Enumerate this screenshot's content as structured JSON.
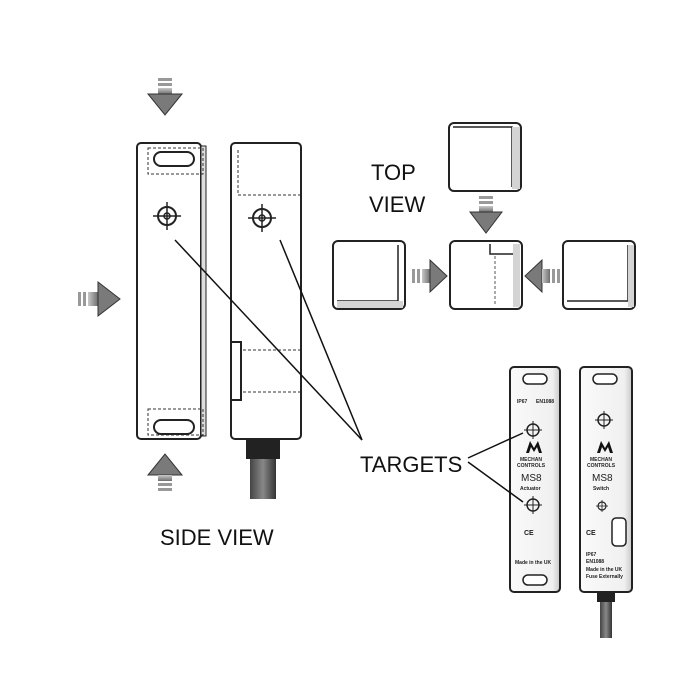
{
  "labels": {
    "top_view_line1": "TOP",
    "top_view_line2": "VIEW",
    "targets": "TARGETS",
    "side_view": "SIDE VIEW"
  },
  "actuator_photo": {
    "ip": "IP67",
    "standard": "EN1088",
    "brand_line1": "MECHAN",
    "brand_line2": "CONTROLS",
    "model": "MS8",
    "kind": "Actuator",
    "ce": "CE",
    "origin": "Made in the UK"
  },
  "switch_photo": {
    "brand_line1": "MECHAN",
    "brand_line2": "CONTROLS",
    "model": "MS8",
    "kind": "Switch",
    "ce": "CE",
    "ip": "IP67",
    "standard": "EN1088",
    "origin": "Made in the UK",
    "fuse_note": "Fuse Externally"
  },
  "colors": {
    "arrow_fill": "#8a8a8a",
    "outline": "#222222",
    "cable": "#333333"
  }
}
